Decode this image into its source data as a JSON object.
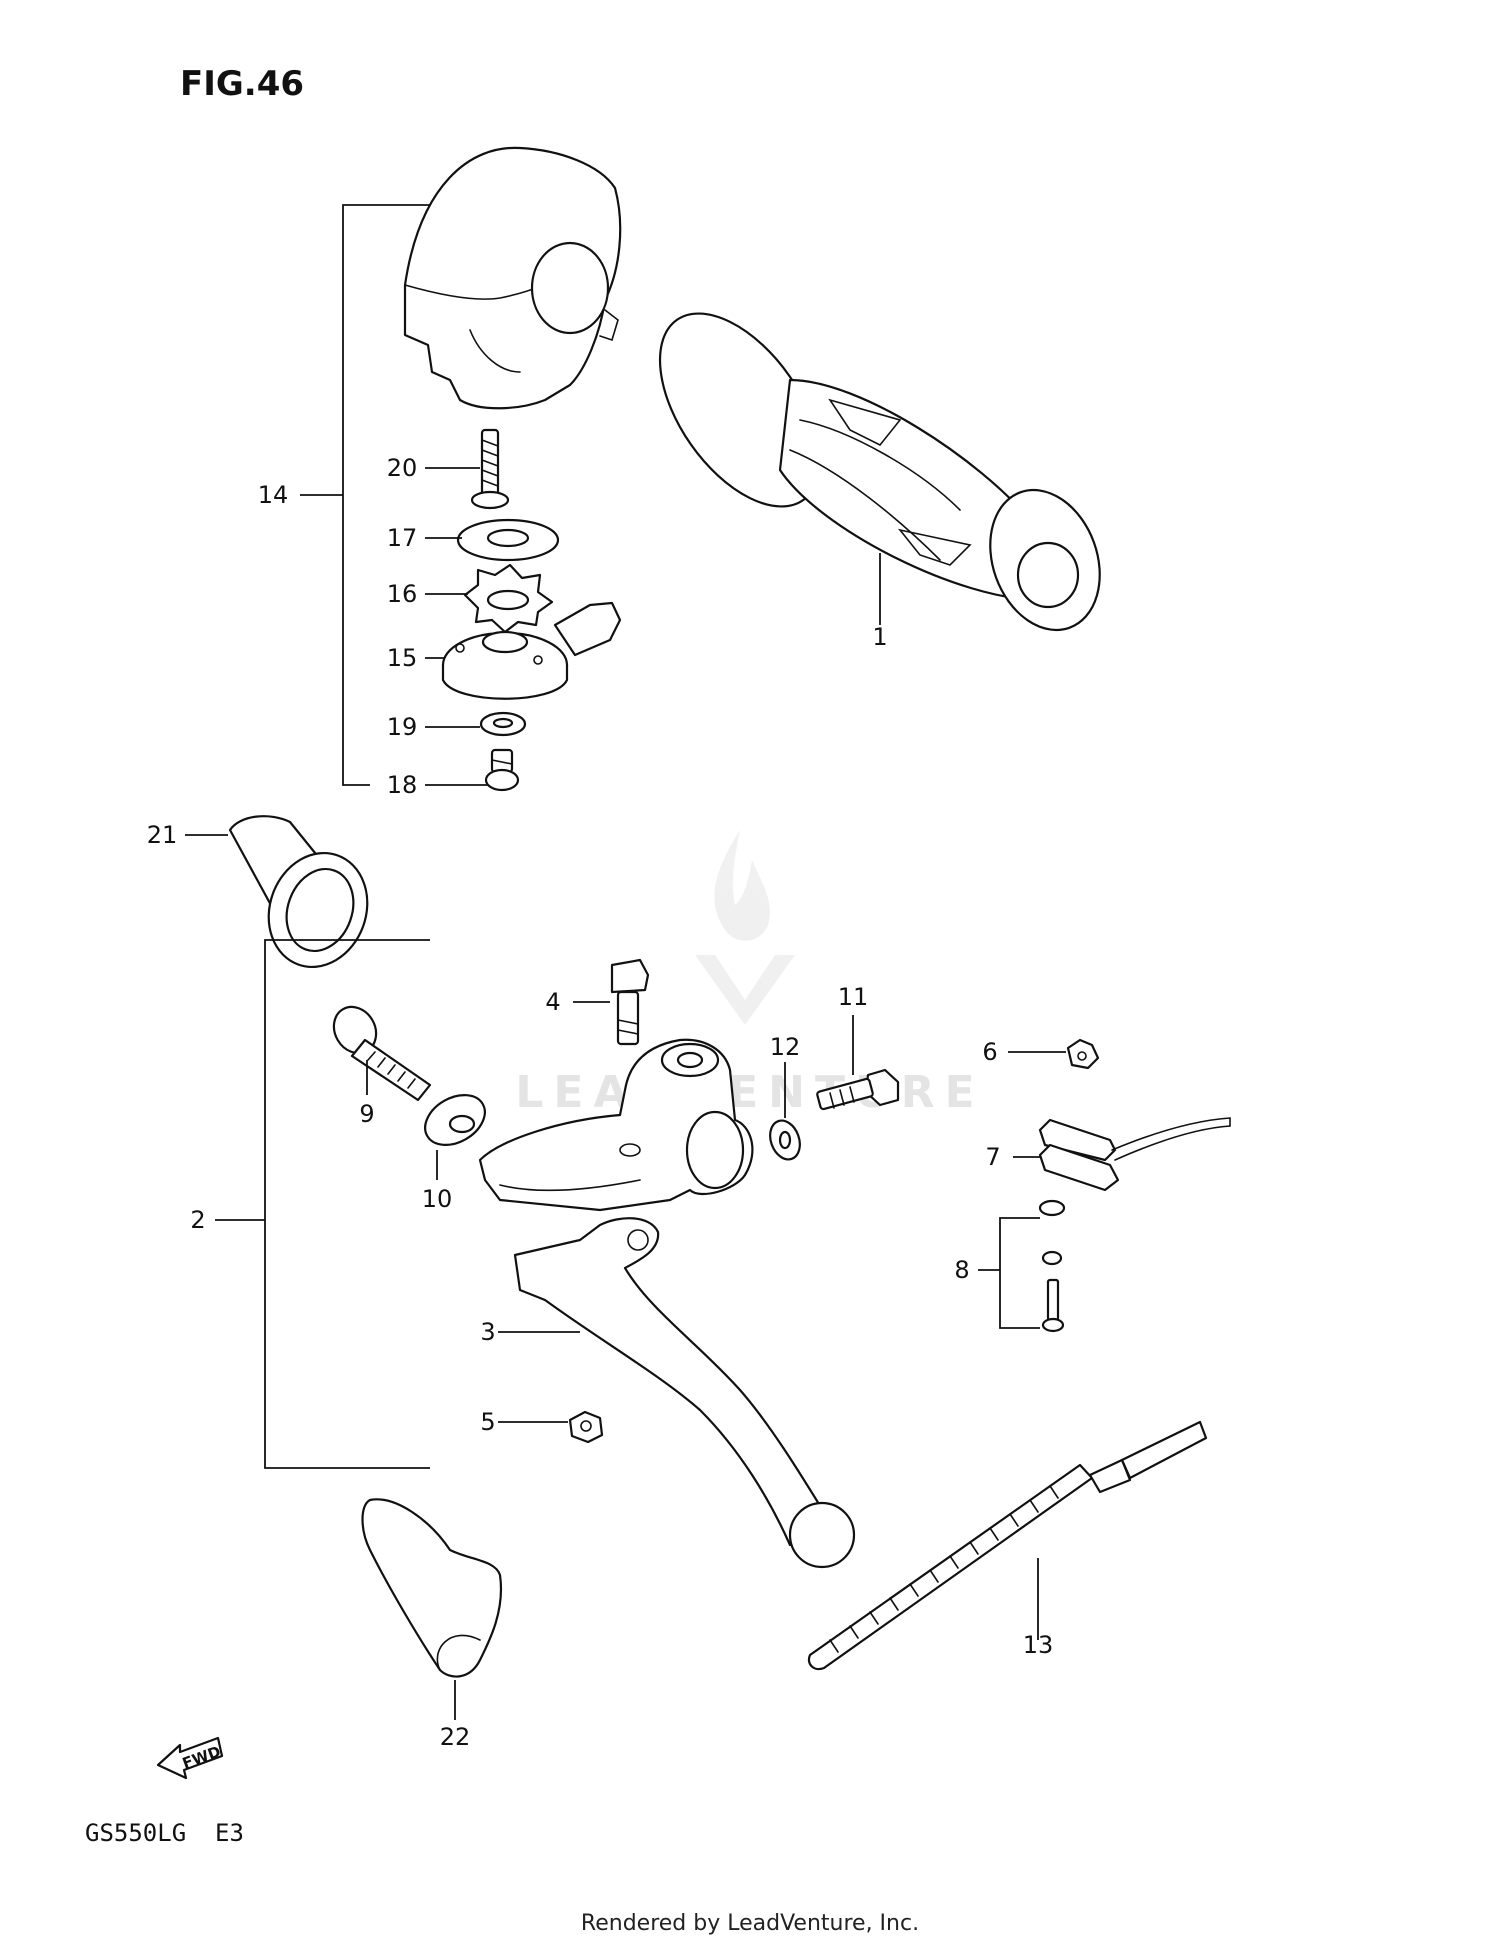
{
  "figure": {
    "title": "FIG.46"
  },
  "model_code": "GS550LG  E3",
  "watermark": {
    "text": "LEADVENTURE"
  },
  "footer": {
    "credit": "Rendered by LeadVenture, Inc."
  },
  "direction_marker": {
    "label": "FWD",
    "icon": "forward-arrow-icon"
  },
  "callouts": {
    "c1": "1",
    "c2": "2",
    "c3": "3",
    "c4": "4",
    "c5": "5",
    "c6": "6",
    "c7": "7",
    "c8": "8",
    "c9": "9",
    "c10": "10",
    "c11": "11",
    "c12": "12",
    "c13": "13",
    "c14": "14",
    "c15": "15",
    "c16": "16",
    "c17": "17",
    "c18": "18",
    "c19": "19",
    "c20": "20",
    "c21": "21",
    "c22": "22"
  }
}
